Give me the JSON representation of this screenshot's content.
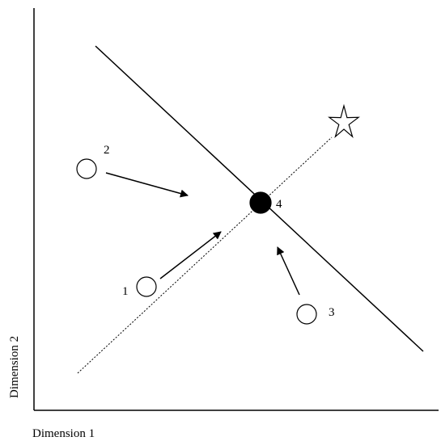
{
  "axes": {
    "x_label": "Dimension 1",
    "y_label": "Dimension 2"
  },
  "points": [
    {
      "label": "1",
      "style": "open-circle"
    },
    {
      "label": "2",
      "style": "open-circle"
    },
    {
      "label": "3",
      "style": "open-circle"
    },
    {
      "label": "4",
      "style": "filled-circle"
    }
  ],
  "target_marker": {
    "shape": "star-icon"
  },
  "colors": {
    "ink": "#000000",
    "background": "#ffffff"
  }
}
